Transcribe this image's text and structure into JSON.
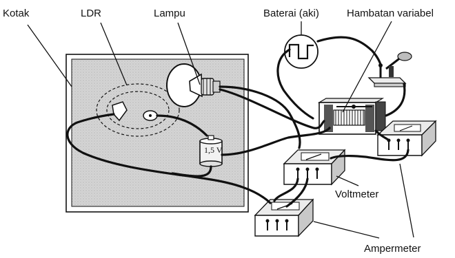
{
  "labels": {
    "kotak": "Kotak",
    "ldr": "LDR",
    "lampu": "Lampu",
    "baterai": "Baterai (aki)",
    "hambatan": "Hambatan variabel",
    "voltmeter": "Voltmeter",
    "ampermeter": "Ampermeter",
    "battery_voltage": "1,5 V"
  },
  "colors": {
    "box_fill": "#d6d6d6",
    "ink": "#111111",
    "meter_top": "#ebebeb",
    "meter_side": "#c8c8c8"
  },
  "icons": [
    "square-wave-icon",
    "switch-icon"
  ]
}
